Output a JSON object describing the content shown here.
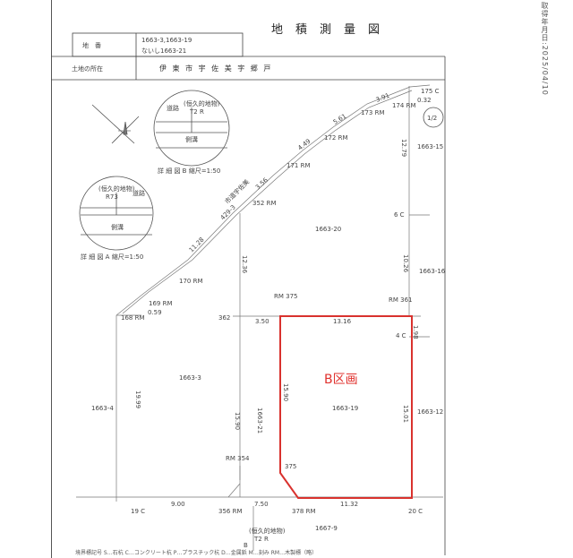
{
  "document": {
    "title": "地積測量図",
    "stamp": "取得年月日:2025/04/10",
    "chiban_label": "地　番",
    "chiban_value_1": "1663-3,1663-19",
    "chiban_value_2": "ないし1663-21",
    "shozai_label": "土地の所在",
    "shozai_value": "伊 東 市 宇 佐 美 字 郷 戸",
    "sheet": "1/2",
    "block_label": "B区画",
    "footer": "境界標記号 S…石杭 C…コンクリート杭 P…プラスチック杭 D…金属鋲 M…刻み RM…木製標（略）"
  },
  "parcels": [
    {
      "id": "p1",
      "label": "1663-20"
    },
    {
      "id": "p2",
      "label": "1663-3"
    },
    {
      "id": "p3",
      "label": "1663-19"
    },
    {
      "id": "p4",
      "label": "1663-4"
    },
    {
      "id": "p5",
      "label": "1663-21"
    },
    {
      "id": "p6",
      "label": "1663-15"
    },
    {
      "id": "p7",
      "label": "1663-16"
    },
    {
      "id": "p8",
      "label": "1663-12"
    },
    {
      "id": "p9",
      "label": "1667-9"
    }
  ],
  "points": [
    {
      "id": "pt1",
      "label": "175 C"
    },
    {
      "id": "pt2",
      "label": "174 RM"
    },
    {
      "id": "pt3",
      "label": "173 RM"
    },
    {
      "id": "pt4",
      "label": "172 RM"
    },
    {
      "id": "pt5",
      "label": "171 RM"
    },
    {
      "id": "pt6",
      "label": "170 RM"
    },
    {
      "id": "pt7",
      "label": "169 RM"
    },
    {
      "id": "pt8",
      "label": "168 RM"
    },
    {
      "id": "pt9",
      "label": "352 RM"
    },
    {
      "id": "pt10",
      "label": "362"
    },
    {
      "id": "pt11",
      "label": "RM 375"
    },
    {
      "id": "pt12",
      "label": "RM 361"
    },
    {
      "id": "pt13",
      "label": "4 C"
    },
    {
      "id": "pt14",
      "label": "6 C"
    },
    {
      "id": "pt15",
      "label": "RM 354"
    },
    {
      "id": "pt16",
      "label": "19 C"
    },
    {
      "id": "pt17",
      "label": "356 RM"
    },
    {
      "id": "pt18",
      "label": "378 RM"
    },
    {
      "id": "pt19",
      "label": "20 C"
    },
    {
      "id": "pt20",
      "label": "375"
    }
  ],
  "distances": [
    {
      "id": "d1",
      "label": "0.32"
    },
    {
      "id": "d2",
      "label": "12.79"
    },
    {
      "id": "d3",
      "label": "10.26"
    },
    {
      "id": "d4",
      "label": "1.98"
    },
    {
      "id": "d5",
      "label": "15.01"
    },
    {
      "id": "d6",
      "label": "13.16"
    },
    {
      "id": "d7",
      "label": "3.50"
    },
    {
      "id": "d8",
      "label": "15.90"
    },
    {
      "id": "d9",
      "label": "11.32"
    },
    {
      "id": "d10",
      "label": "7.50"
    },
    {
      "id": "d11",
      "label": "9.00"
    },
    {
      "id": "d12",
      "label": "19.99"
    },
    {
      "id": "d13",
      "label": "12.36"
    },
    {
      "id": "d14",
      "label": "0.59"
    },
    {
      "id": "d15",
      "label": "11.28"
    },
    {
      "id": "d16",
      "label": "4.49"
    },
    {
      "id": "d17",
      "label": "3.56"
    },
    {
      "id": "d18",
      "label": "5.61"
    },
    {
      "id": "d19",
      "label": "3.91"
    },
    {
      "id": "d20",
      "label": "429-3"
    },
    {
      "id": "d21",
      "label": "15.90"
    }
  ],
  "details": {
    "b_title": "詳 細 図 B 縮尺=1:50",
    "a_title": "詳 細 図 A 縮尺=1:50",
    "b_obj": "(恒久的地物)",
    "b_obj2": "T2 R",
    "b_road": "道路",
    "b_gutter": "側溝",
    "a_obj": "(恒久的地物)",
    "a_obj2": "R73",
    "a_road": "道路",
    "a_gutter": "側溝",
    "road_name": "市道宇佐美"
  },
  "bottom_obj": {
    "line1": "(恒久的地物)",
    "line2": "T2 R",
    "point": "B"
  }
}
